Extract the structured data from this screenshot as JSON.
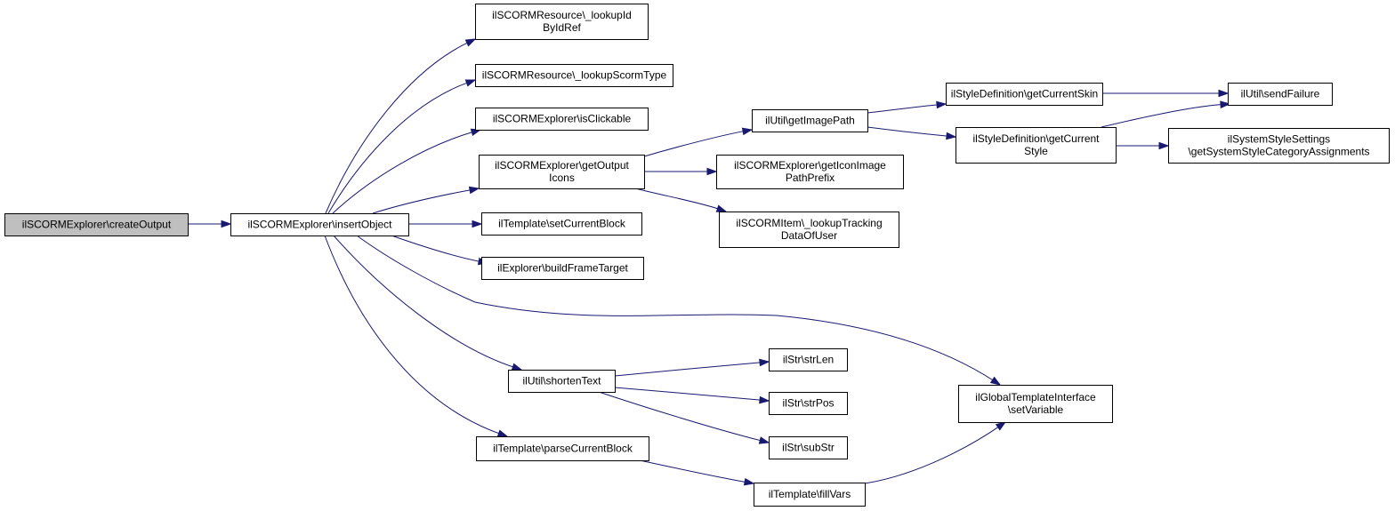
{
  "diagram": {
    "nodes": [
      {
        "id": "createOutput",
        "lines": [
          "ilSCORMExplorer\\createOutput"
        ],
        "root": true
      },
      {
        "id": "insertObject",
        "lines": [
          "ilSCORMExplorer\\insertObject"
        ]
      },
      {
        "id": "lookupIdByIdRef",
        "lines": [
          "ilSCORMResource\\_lookupId",
          "ByIdRef"
        ]
      },
      {
        "id": "lookupScormType",
        "lines": [
          "ilSCORMResource\\_lookupScormType"
        ]
      },
      {
        "id": "isClickable",
        "lines": [
          "ilSCORMExplorer\\isClickable"
        ]
      },
      {
        "id": "getOutputIcons",
        "lines": [
          "ilSCORMExplorer\\getOutput",
          "Icons"
        ]
      },
      {
        "id": "setCurrentBlock",
        "lines": [
          "ilTemplate\\setCurrentBlock"
        ]
      },
      {
        "id": "buildFrameTarget",
        "lines": [
          "ilExplorer\\buildFrameTarget"
        ]
      },
      {
        "id": "shortenText",
        "lines": [
          "ilUtil\\shortenText"
        ]
      },
      {
        "id": "parseCurrentBlock",
        "lines": [
          "ilTemplate\\parseCurrentBlock"
        ]
      },
      {
        "id": "getImagePath",
        "lines": [
          "ilUtil\\getImagePath"
        ]
      },
      {
        "id": "getIconImagePathPrefix",
        "lines": [
          "ilSCORMExplorer\\getIconImage",
          "PathPrefix"
        ]
      },
      {
        "id": "lookupTrackingDataOfUser",
        "lines": [
          "ilSCORMItem\\_lookupTracking",
          "DataOfUser"
        ]
      },
      {
        "id": "strLen",
        "lines": [
          "ilStr\\strLen"
        ]
      },
      {
        "id": "strPos",
        "lines": [
          "ilStr\\strPos"
        ]
      },
      {
        "id": "subStr",
        "lines": [
          "ilStr\\subStr"
        ]
      },
      {
        "id": "fillVars",
        "lines": [
          "ilTemplate\\fillVars"
        ]
      },
      {
        "id": "getCurrentSkin",
        "lines": [
          "ilStyleDefinition\\getCurrentSkin"
        ]
      },
      {
        "id": "getCurrentStyle",
        "lines": [
          "ilStyleDefinition\\getCurrent",
          "Style"
        ]
      },
      {
        "id": "setVariable",
        "lines": [
          "ilGlobalTemplateInterface",
          "\\setVariable"
        ]
      },
      {
        "id": "sendFailure",
        "lines": [
          "ilUtil\\sendFailure"
        ]
      },
      {
        "id": "getSystemStyleCategoryAssignments",
        "lines": [
          "ilSystemStyleSettings",
          "\\getSystemStyleCategoryAssignments"
        ]
      }
    ],
    "edges": [
      {
        "from": "createOutput",
        "to": "insertObject"
      },
      {
        "from": "insertObject",
        "to": "lookupIdByIdRef"
      },
      {
        "from": "insertObject",
        "to": "lookupScormType"
      },
      {
        "from": "insertObject",
        "to": "isClickable"
      },
      {
        "from": "insertObject",
        "to": "getOutputIcons"
      },
      {
        "from": "insertObject",
        "to": "setCurrentBlock"
      },
      {
        "from": "insertObject",
        "to": "buildFrameTarget"
      },
      {
        "from": "insertObject",
        "to": "setVariable"
      },
      {
        "from": "insertObject",
        "to": "shortenText"
      },
      {
        "from": "insertObject",
        "to": "parseCurrentBlock"
      },
      {
        "from": "getOutputIcons",
        "to": "getImagePath"
      },
      {
        "from": "getOutputIcons",
        "to": "getIconImagePathPrefix"
      },
      {
        "from": "getOutputIcons",
        "to": "lookupTrackingDataOfUser"
      },
      {
        "from": "getImagePath",
        "to": "getCurrentSkin"
      },
      {
        "from": "getImagePath",
        "to": "getCurrentStyle"
      },
      {
        "from": "getCurrentSkin",
        "to": "sendFailure"
      },
      {
        "from": "getCurrentStyle",
        "to": "sendFailure"
      },
      {
        "from": "getCurrentStyle",
        "to": "getSystemStyleCategoryAssignments"
      },
      {
        "from": "shortenText",
        "to": "strLen"
      },
      {
        "from": "shortenText",
        "to": "strPos"
      },
      {
        "from": "shortenText",
        "to": "subStr"
      },
      {
        "from": "parseCurrentBlock",
        "to": "fillVars"
      },
      {
        "from": "fillVars",
        "to": "setVariable"
      }
    ],
    "colors": {
      "edge": "#191970",
      "root_fill": "#bfbfbf",
      "node_fill": "#ffffff",
      "node_border": "#000000"
    }
  }
}
